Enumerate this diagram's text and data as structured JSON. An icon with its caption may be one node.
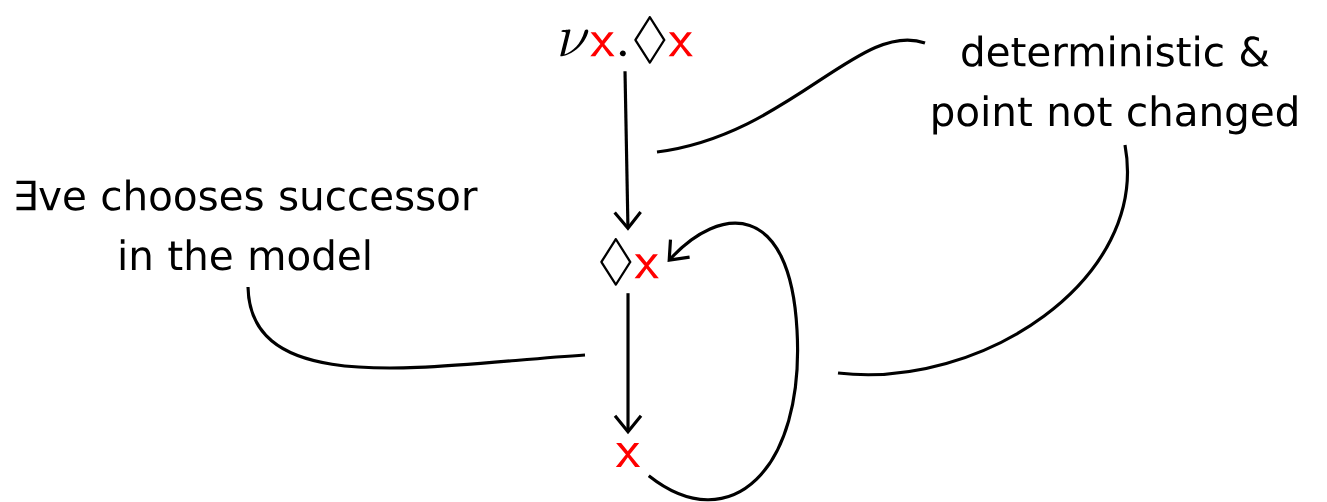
{
  "diagram": {
    "nodes": [
      {
        "text": [
          "\\nu\\textcolor{red}{\\mathsf{x}}.\\Diamond\\textcolor{red}{\\mathsf{x}}"
        ]
      },
      {
        "text": [
          "\\Diamond\\textcolor{red}{\\mathsf{x}}"
        ]
      },
      {
        "text": [
          "\\textcolor{red}{\\mathsf{x}}"
        ]
      },
      {
        "text": [
          "deterministic & point not changed"
        ]
      },
      {
        "text": [
          "∃ve chooses successor in the model"
        ]
      }
    ],
    "edges": [
      {
        "from": 0,
        "to": 1,
        "arrow": "to"
      },
      {
        "from": 1,
        "to": 2,
        "arrow": "to"
      },
      {
        "from": 2,
        "to": 1,
        "arrow": "to"
      },
      {
        "from": 3,
        "to": null,
        "arrow": "none"
      },
      {
        "from": 3,
        "to": null,
        "arrow": "none"
      },
      {
        "from": 4,
        "to": null,
        "arrow": "none"
      }
    ]
  }
}
